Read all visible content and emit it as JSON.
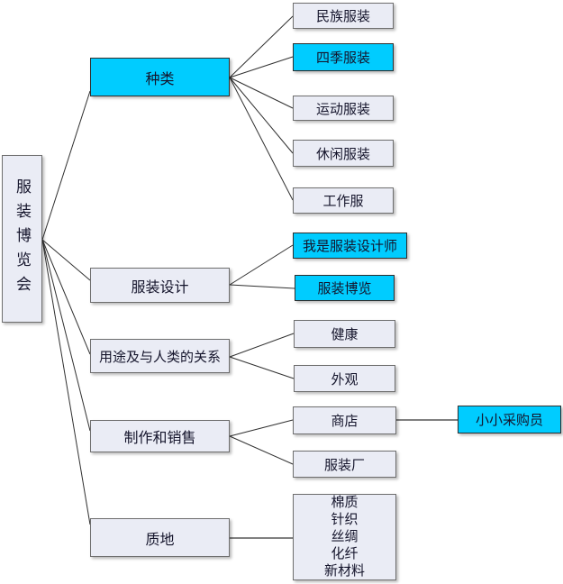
{
  "diagram_title": "服装博览会",
  "colors": {
    "background": "#ffffff",
    "node_fill": "#eaecf5",
    "node_border": "#6e6e6e",
    "highlight_fill": "#00ccff",
    "highlight_border": "#2e2e2e",
    "line": "#303030",
    "thick_connector": "#808080",
    "text": "#14142b"
  },
  "nodes": {
    "root": {
      "label": "服装博览会",
      "highlighted": false
    },
    "kind": {
      "label": "种类",
      "highlighted": true
    },
    "minzu": {
      "label": "民族服装",
      "highlighted": false
    },
    "siji": {
      "label": "四季服装",
      "highlighted": true
    },
    "yundong": {
      "label": "运动服装",
      "highlighted": false
    },
    "xiuxian": {
      "label": "休闲服装",
      "highlighted": false
    },
    "gongzuofu": {
      "label": "工作服",
      "highlighted": false
    },
    "design": {
      "label": "服装设计",
      "highlighted": false
    },
    "designer": {
      "label": "我是服装设计师",
      "highlighted": true
    },
    "expo": {
      "label": "服装博览",
      "highlighted": true
    },
    "usage": {
      "label": "用途及与人类的关系",
      "highlighted": false
    },
    "health": {
      "label": "健康",
      "highlighted": false
    },
    "appearance": {
      "label": "外观",
      "highlighted": false
    },
    "production": {
      "label": "制作和销售",
      "highlighted": false
    },
    "shop": {
      "label": "商店",
      "highlighted": false
    },
    "factory": {
      "label": "服装厂",
      "highlighted": false
    },
    "buyer": {
      "label": "小小采购员",
      "highlighted": true
    },
    "texture": {
      "label": "质地",
      "highlighted": false
    },
    "materials": {
      "lines": [
        "棉质",
        "针织",
        "丝绸",
        "化纤",
        "新材料"
      ]
    }
  },
  "edges": [
    {
      "from": "root",
      "to": "kind"
    },
    {
      "from": "root",
      "to": "design"
    },
    {
      "from": "root",
      "to": "usage"
    },
    {
      "from": "root",
      "to": "production"
    },
    {
      "from": "root",
      "to": "texture"
    },
    {
      "from": "kind",
      "to": "minzu"
    },
    {
      "from": "kind",
      "to": "siji"
    },
    {
      "from": "kind",
      "to": "yundong"
    },
    {
      "from": "kind",
      "to": "xiuxian"
    },
    {
      "from": "kind",
      "to": "gongzuofu"
    },
    {
      "from": "design",
      "to": "designer"
    },
    {
      "from": "design",
      "to": "expo"
    },
    {
      "from": "usage",
      "to": "health"
    },
    {
      "from": "usage",
      "to": "appearance"
    },
    {
      "from": "production",
      "to": "shop"
    },
    {
      "from": "production",
      "to": "factory"
    },
    {
      "from": "shop",
      "to": "buyer"
    },
    {
      "from": "texture",
      "to": "materials"
    }
  ]
}
